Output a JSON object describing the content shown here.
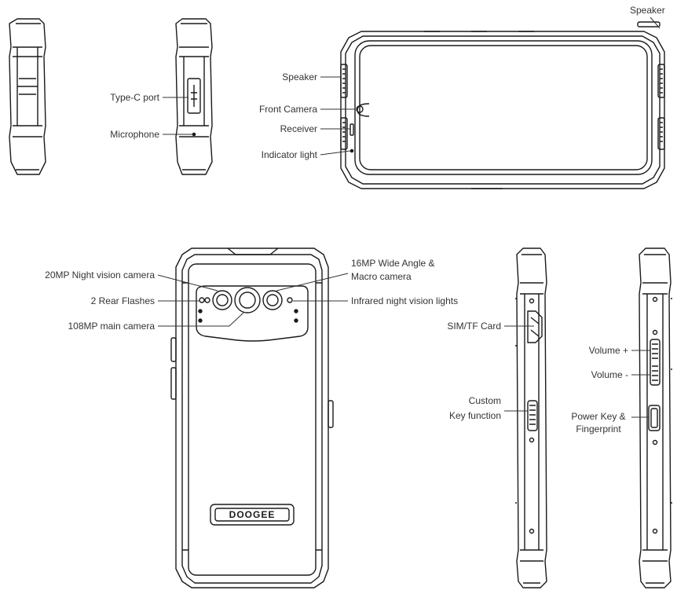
{
  "labels": {
    "speaker_top": "Speaker",
    "speaker_front": "Speaker",
    "front_camera": "Front Camera",
    "receiver": "Receiver",
    "indicator_light": "Indicator light",
    "typec_port": "Type-C port",
    "microphone": "Microphone",
    "night_vision_camera": "20MP Night vision camera",
    "rear_flashes": "2 Rear Flashes",
    "main_camera": "108MP main camera",
    "wide_angle_line1": "16MP Wide Angle &",
    "wide_angle_line2": "Macro camera",
    "infrared_lights": "Infrared night vision lights",
    "sim_card": "SIM/TF Card",
    "custom_key_line1": "Custom",
    "custom_key_line2": "Key function",
    "volume_up": "Volume +",
    "volume_down": "Volume -",
    "power_key_line1": "Power Key &",
    "power_key_line2": "Fingerprint"
  },
  "logo_text": "DOOGEE",
  "colors": {
    "line": "#1a1a1a",
    "label": "#333333",
    "leader": "#333333"
  }
}
